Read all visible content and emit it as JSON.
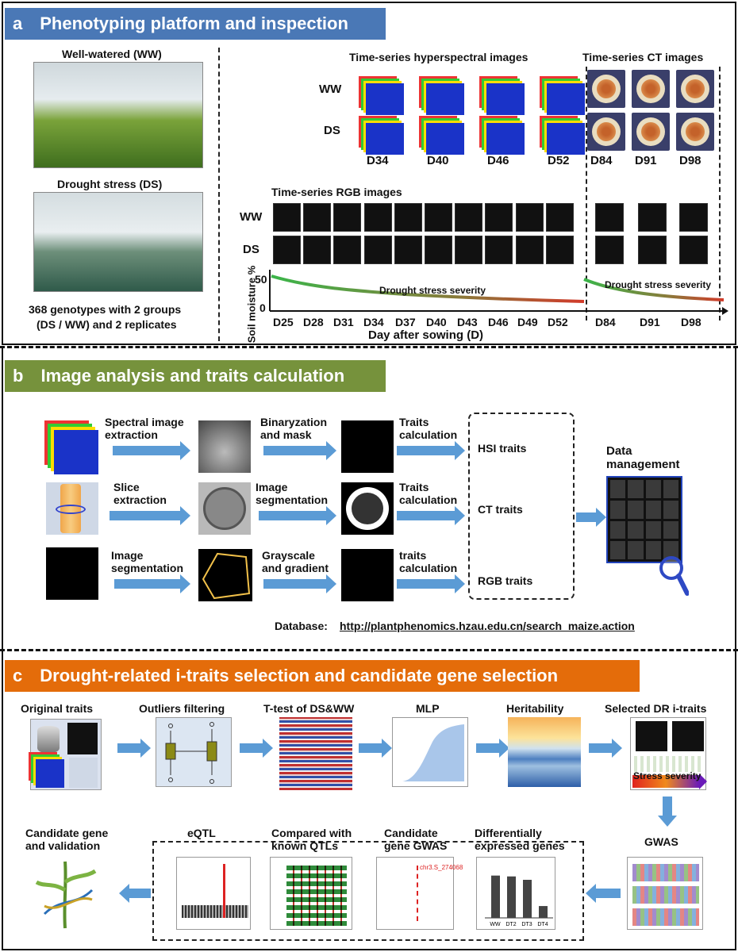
{
  "panel_a": {
    "letter": "a",
    "title": "Phenotyping platform and inspection",
    "ww_label": "Well-watered (WW)",
    "ds_label": "Drought stress (DS)",
    "genotypes_line1": "368 genotypes with 2 groups",
    "genotypes_line2": "(DS / WW) and 2 replicates",
    "hsi_title": "Time-series hyperspectral images",
    "ct_title": "Time-series CT images",
    "rgb_title": "Time-series RGB images",
    "row_ww": "WW",
    "row_ds": "DS",
    "hsi_days": [
      "D34",
      "D40",
      "D46",
      "D52"
    ],
    "ct_days": [
      "D84",
      "D91",
      "D98"
    ],
    "axis_days": [
      "D25",
      "D28",
      "D31",
      "D34",
      "D37",
      "D40",
      "D43",
      "D46",
      "D49",
      "D52",
      "D84",
      "D91",
      "D98"
    ],
    "y_axis_label": "Soil moisture %",
    "y_tick_50": "50",
    "y_tick_0": "0",
    "severity_label": "Drought stress severity",
    "x_axis_label": "Day after sowing (D)"
  },
  "panel_b": {
    "letter": "b",
    "title": "Image analysis and traits calculation",
    "step_spectral": "Spectral image\nextraction",
    "step_binary": "Binaryzation\nand mask",
    "step_traits1": "Traits\ncalculation",
    "step_slice": "Slice\nextraction",
    "step_imgseg": "Image\nsegmentation",
    "step_traits2": "Traits\ncalculation",
    "step_imgseg2": "Image\nsegmentation",
    "step_gray": "Grayscale\nand gradient",
    "step_traits3": "traits\ncalculation",
    "hsi_traits": "HSI traits",
    "ct_traits": "CT traits",
    "rgb_traits": "RGB traits",
    "data_mgmt": "Data\nmanagement",
    "db_label": "Database:",
    "db_url": "http://plantphenomics.hzau.edu.cn/search_maize.action"
  },
  "panel_c": {
    "letter": "c",
    "title": "Drought-related i-traits selection and candidate gene selection",
    "original": "Original traits",
    "outliers": "Outliers filtering",
    "ttest": "T-test of DS&WW",
    "mlp": "MLP",
    "heritability": "Heritability",
    "selected": "Selected DR i-traits",
    "stress": "Stress severity",
    "gwas": "GWAS",
    "candidate": "Candidate gene\nand validation",
    "eqtl": "eQTL",
    "compared": "Compared with\nknown QTLs",
    "candgwas": "Candidate\ngene GWAS",
    "diffexp": "Differentially\nexpressed genes",
    "snp_label": "chr3.S_274068",
    "deg_bars": {
      "categories": [
        "WW",
        "DT2",
        "DT3",
        "DT4"
      ],
      "values": [
        250,
        245,
        225,
        70
      ]
    }
  },
  "colors": {
    "header_a": "#4a78b6",
    "header_b": "#76923c",
    "header_c": "#e46c0a",
    "arrow": "#5b9bd5"
  }
}
